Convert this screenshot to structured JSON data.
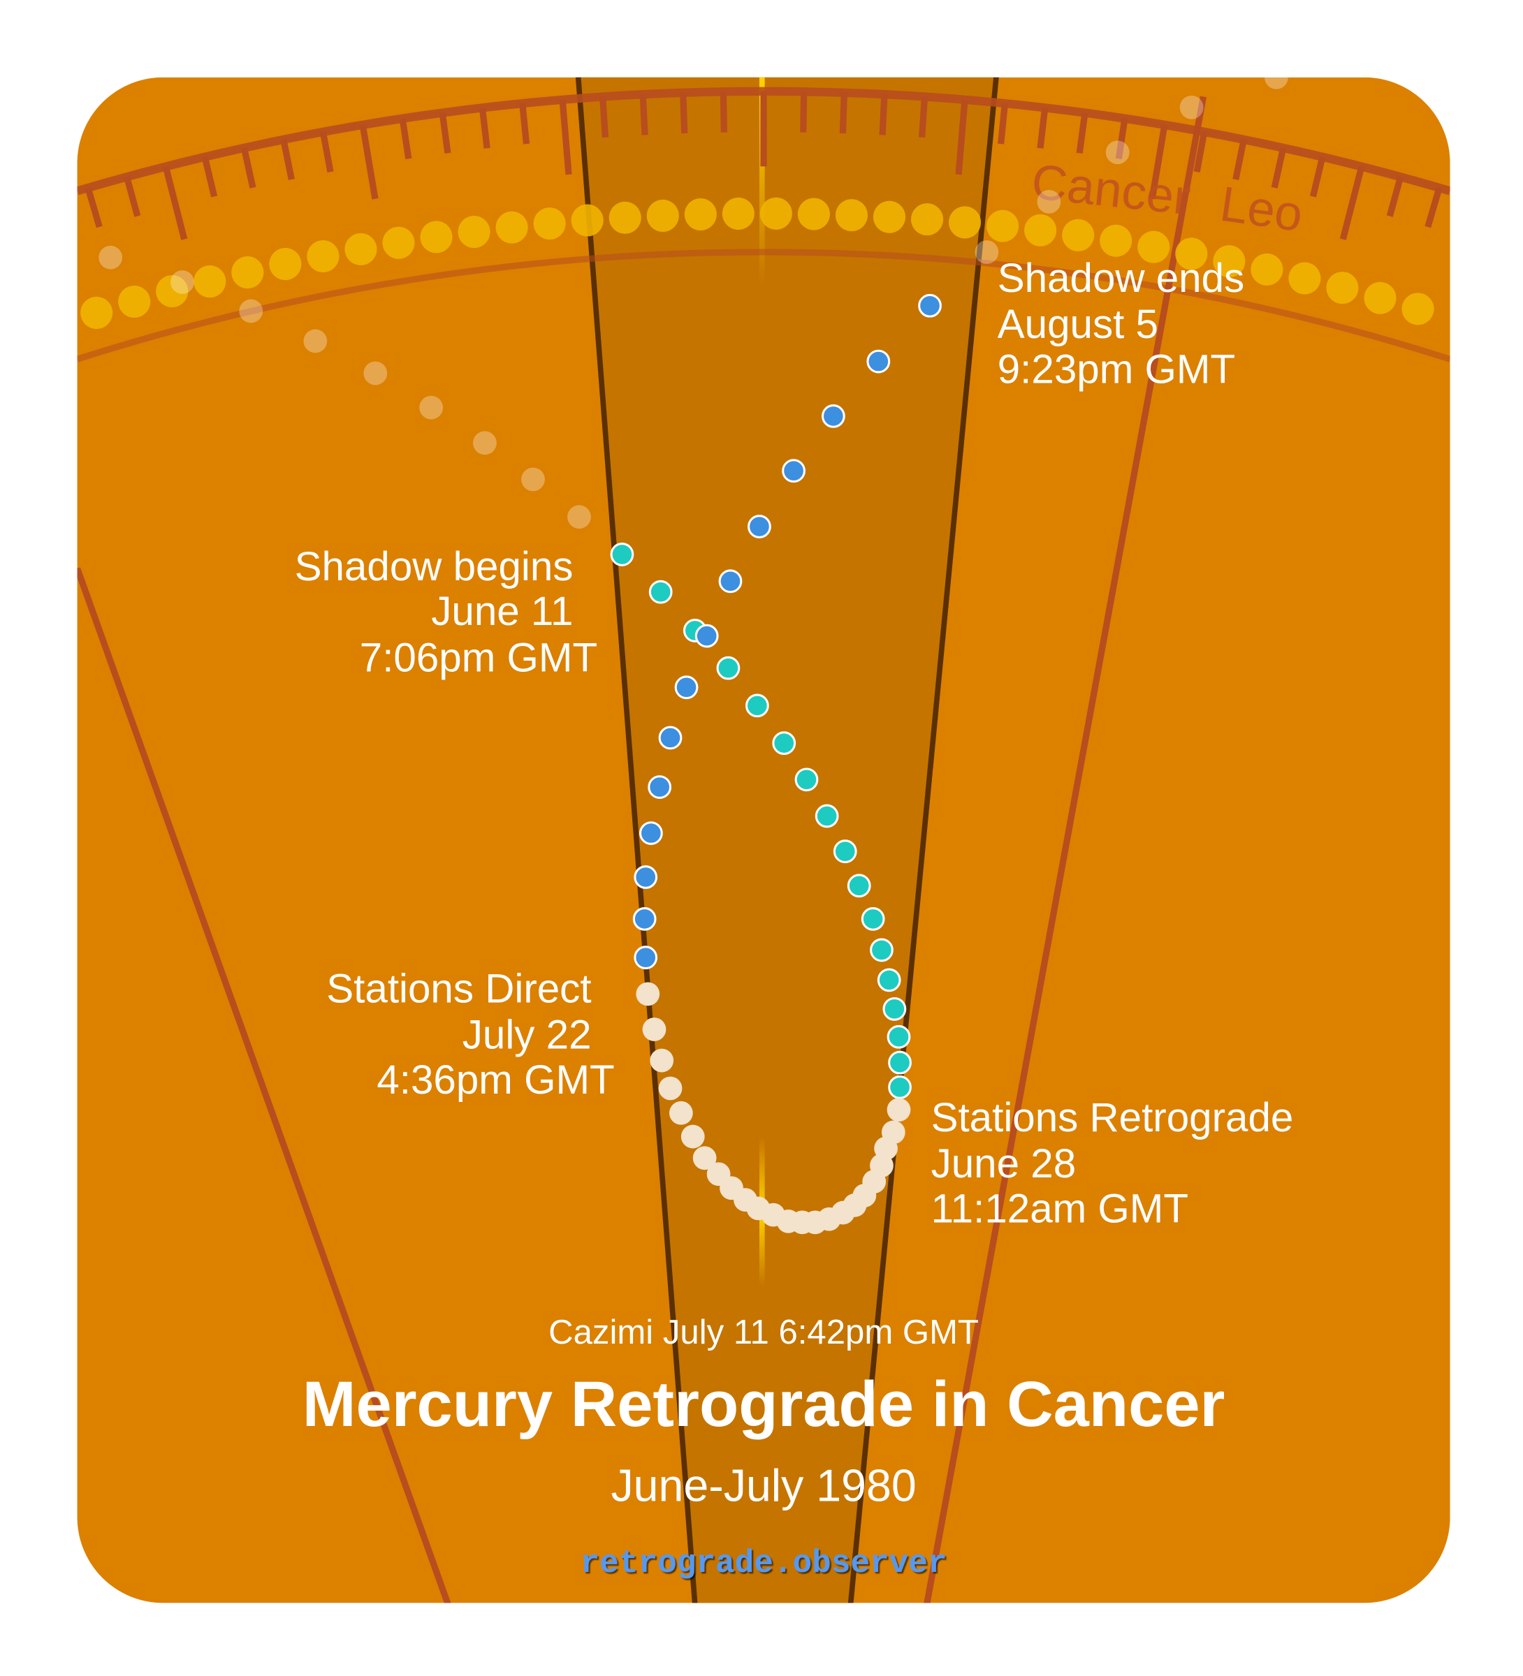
{
  "title": "Mercury Retrograde in Cancer",
  "subtitle": "June-July 1980",
  "cazimi": "Cazimi July 11 6:42pm GMT",
  "site": "retrograde.observer",
  "signs": [
    "Cancer",
    "Leo"
  ],
  "events": {
    "shadow_begins": [
      "Shadow begins",
      "June 11",
      "7:06pm GMT"
    ],
    "stations_retrograde": [
      "Stations Retrograde",
      "June 28",
      "11:12am GMT"
    ],
    "stations_direct": [
      "Stations Direct",
      "July 22",
      "4:36pm GMT"
    ],
    "shadow_ends": [
      "Shadow ends",
      "August 5",
      "9:23pm GMT"
    ]
  },
  "colors": {
    "background": "#dc8000",
    "shadow_band": "#c57400",
    "band_edge": "#5a3000",
    "zodiac_lines": "#b84d1e",
    "sun": "#f0b400",
    "pre_retrograde": "#1ecbc0",
    "retrograde": "#f3e2cc",
    "post_retrograde": "#3d8fe0",
    "site": "#5599f0"
  }
}
